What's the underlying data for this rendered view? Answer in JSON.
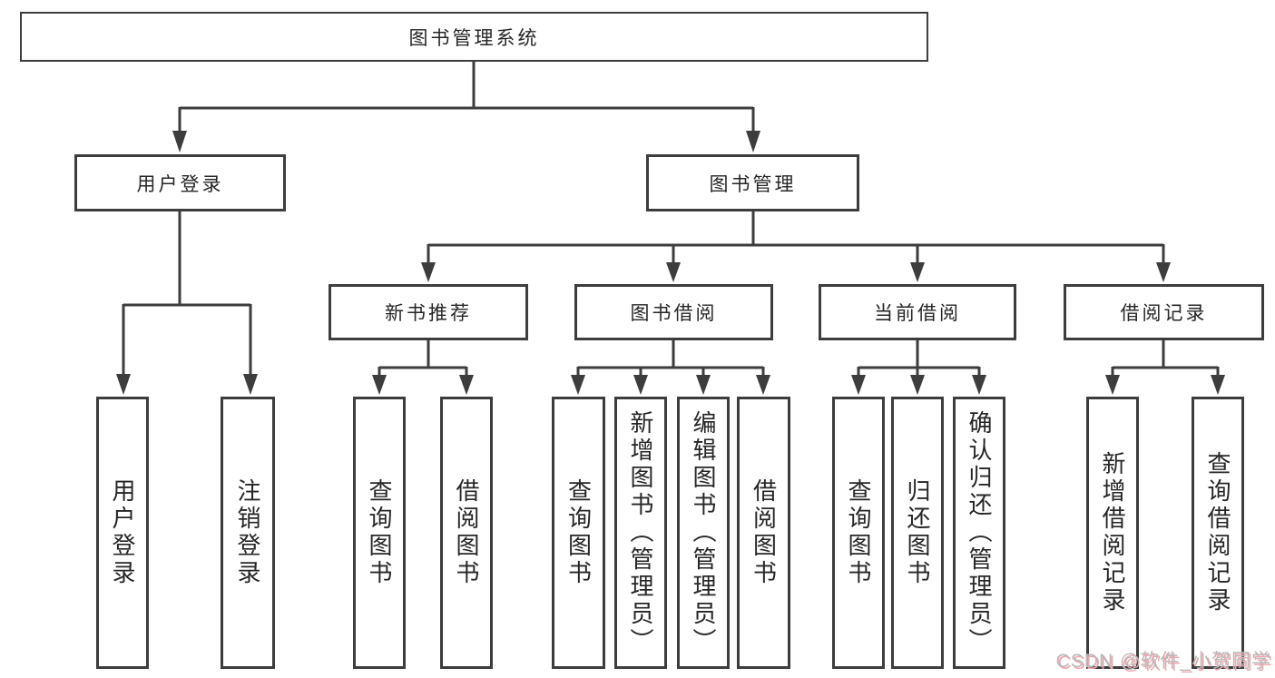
{
  "diagram_title": "图书管理系统",
  "watermark": "CSDN @软件_小贺同学",
  "colors": {
    "line": "#3d3d3d",
    "box_border": "#3d3d3d",
    "box_background": "#ffffff",
    "text": "#262626",
    "watermark_gray": "#b9b9b9",
    "watermark_pink": "#efa6ac"
  },
  "nodes": {
    "root": {
      "label": "图书管理系统"
    },
    "user_login": {
      "label": "用户登录"
    },
    "book_management": {
      "label": "图书管理"
    },
    "new_book_recommendation": {
      "label": "新书推荐"
    },
    "book_borrowing": {
      "label": "图书借阅"
    },
    "current_borrowing": {
      "label": "当前借阅"
    },
    "borrowing_records": {
      "label": "借阅记录"
    },
    "user_login_children": {
      "login": {
        "label": "用户登录"
      },
      "logout": {
        "label": "注销登录"
      }
    },
    "new_book_children": {
      "query_books": {
        "label": "查询图书"
      },
      "borrow_books": {
        "label": "借阅图书"
      }
    },
    "book_borrowing_children": {
      "query_books": {
        "label": "查询图书"
      },
      "add_books_admin": {
        "label": "新增图书（管理员）"
      },
      "edit_books_admin": {
        "label": "编辑图书（管理员）"
      },
      "borrow_books": {
        "label": "借阅图书"
      }
    },
    "current_borrowing_children": {
      "query_books": {
        "label": "查询图书"
      },
      "return_books": {
        "label": "归还图书"
      },
      "confirm_return_admin": {
        "label": "确认归还（管理员）"
      }
    },
    "borrowing_records_children": {
      "add_borrow_record": {
        "label": "新增借阅记录"
      },
      "query_borrow_record": {
        "label": "查询借阅记录"
      }
    }
  }
}
